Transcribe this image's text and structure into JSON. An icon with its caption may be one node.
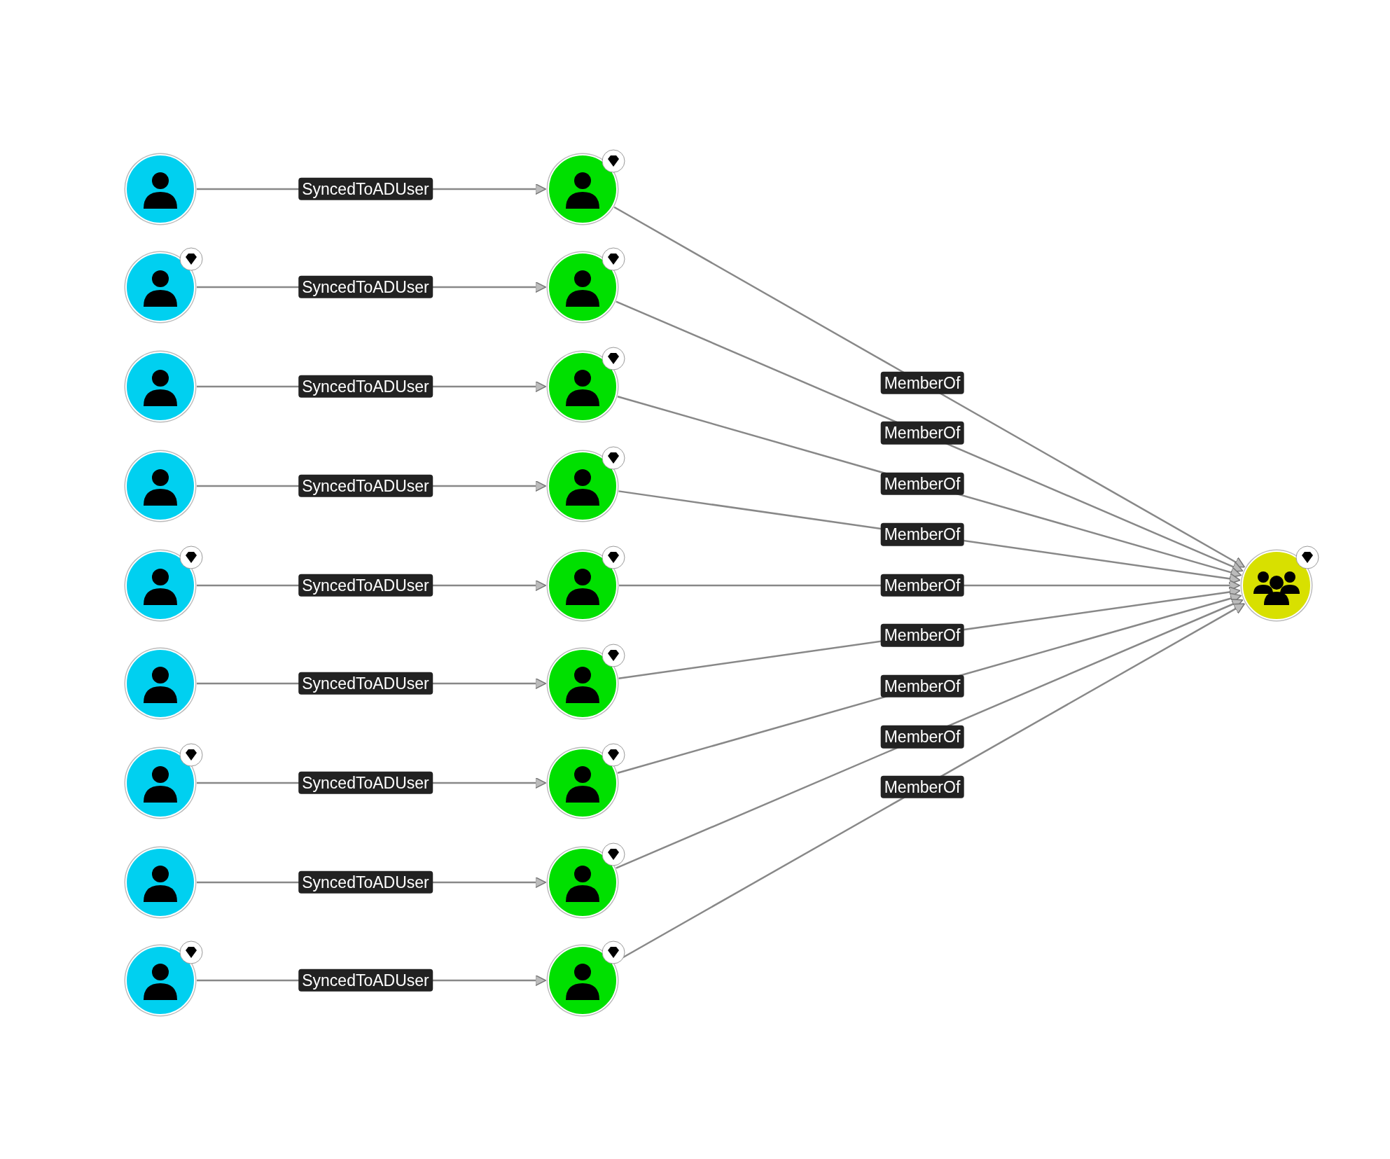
{
  "diagram": {
    "nodes": [
      {
        "text": [],
        "shape": "person"
      },
      {
        "text": [],
        "shape": "person"
      },
      {
        "text": [],
        "shape": "person"
      },
      {
        "text": [],
        "shape": "person"
      },
      {
        "text": [],
        "shape": "person"
      },
      {
        "text": [],
        "shape": "person"
      },
      {
        "text": [],
        "shape": "person"
      },
      {
        "text": [],
        "shape": "person"
      },
      {
        "text": [],
        "shape": "person"
      },
      {
        "text": [],
        "shape": "person"
      },
      {
        "text": [],
        "shape": "person"
      },
      {
        "text": [],
        "shape": "person"
      },
      {
        "text": [],
        "shape": "person"
      },
      {
        "text": [],
        "shape": "person"
      },
      {
        "text": [],
        "shape": "person"
      },
      {
        "text": [],
        "shape": "person"
      },
      {
        "text": [],
        "shape": "person"
      },
      {
        "text": [],
        "shape": "person"
      },
      {
        "text": [],
        "shape": "people"
      }
    ],
    "edges": [
      {
        "from": 0,
        "to": 9,
        "arrow": "to",
        "label": "SyncedToADUser"
      },
      {
        "from": 1,
        "to": 10,
        "arrow": "to",
        "label": "SyncedToADUser"
      },
      {
        "from": 2,
        "to": 11,
        "arrow": "to",
        "label": "SyncedToADUser"
      },
      {
        "from": 3,
        "to": 12,
        "arrow": "to",
        "label": "SyncedToADUser"
      },
      {
        "from": 4,
        "to": 13,
        "arrow": "to",
        "label": "SyncedToADUser"
      },
      {
        "from": 5,
        "to": 14,
        "arrow": "to",
        "label": "SyncedToADUser"
      },
      {
        "from": 6,
        "to": 15,
        "arrow": "to",
        "label": "SyncedToADUser"
      },
      {
        "from": 7,
        "to": 16,
        "arrow": "to",
        "label": "SyncedToADUser"
      },
      {
        "from": 8,
        "to": 17,
        "arrow": "to",
        "label": "SyncedToADUser"
      },
      {
        "from": 9,
        "to": 18,
        "arrow": "to",
        "label": "MemberOf"
      },
      {
        "from": 10,
        "to": 18,
        "arrow": "to",
        "label": "MemberOf"
      },
      {
        "from": 11,
        "to": 18,
        "arrow": "to",
        "label": "MemberOf"
      },
      {
        "from": 12,
        "to": 18,
        "arrow": "to",
        "label": "MemberOf"
      },
      {
        "from": 13,
        "to": 18,
        "arrow": "to",
        "label": "MemberOf"
      },
      {
        "from": 14,
        "to": 18,
        "arrow": "to",
        "label": "MemberOf"
      },
      {
        "from": 15,
        "to": 18,
        "arrow": "to",
        "label": "MemberOf"
      },
      {
        "from": 16,
        "to": 18,
        "arrow": "to",
        "label": "MemberOf"
      },
      {
        "from": 17,
        "to": 18,
        "arrow": "to",
        "label": "MemberOf"
      }
    ]
  }
}
